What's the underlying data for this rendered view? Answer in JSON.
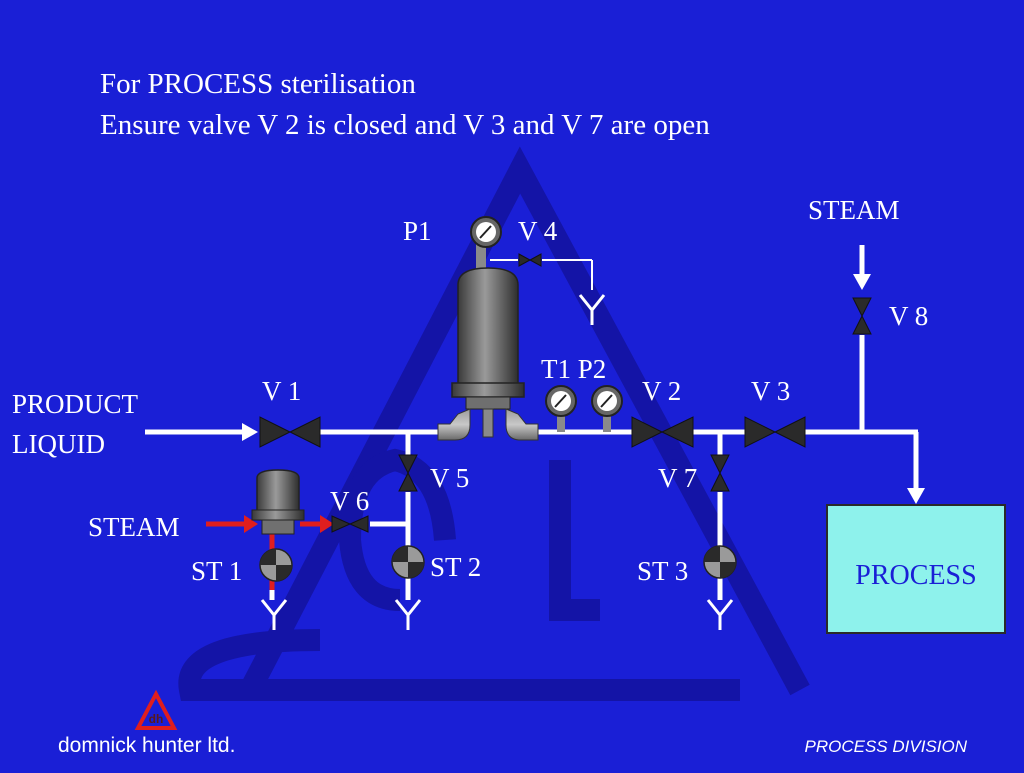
{
  "title": {
    "line1": "For PROCESS sterilisation",
    "line2": "Ensure valve V 2 is closed and V 3 and V 7 are open"
  },
  "labels": {
    "p1": "P1",
    "v4": "V 4",
    "steam_top": "STEAM",
    "v8": "V 8",
    "t1p2": "T1 P2",
    "v1": "V 1",
    "v2": "V 2",
    "v3": "V 3",
    "product_line1": "PRODUCT",
    "product_line2": "LIQUID",
    "v5": "V 5",
    "v7": "V 7",
    "v6": "V 6",
    "steam_left": "STEAM",
    "st1": "ST 1",
    "st2": "ST 2",
    "st3": "ST 3",
    "process": "PROCESS"
  },
  "footer": {
    "company": "domnick hunter ltd.",
    "division": "PROCESS DIVISION"
  },
  "colors": {
    "background": "#1a1fd6",
    "pipe": "#ffffff",
    "steam_line": "#e01e1e",
    "process_box": "#8ef2ec",
    "watermark": "#1414a6",
    "logo": "#e01e1e"
  }
}
